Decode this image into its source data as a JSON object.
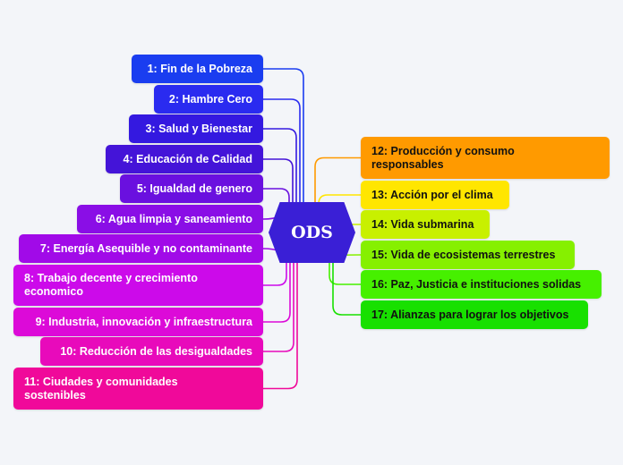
{
  "central": {
    "label": "ODS"
  },
  "left_topics": [
    {
      "label": "1: Fin de la Pobreza",
      "color": "#1a3df0"
    },
    {
      "label": "2: Hambre Cero",
      "color": "#2a2bf0"
    },
    {
      "label": "3: Salud y Bienestar",
      "color": "#3419e0"
    },
    {
      "label": "4: Educación de Calidad",
      "color": "#4414d8"
    },
    {
      "label": "5: Igualdad de genero",
      "color": "#6a10df"
    },
    {
      "label": "6: Agua limpia y saneamiento",
      "color": "#8a0ee6"
    },
    {
      "label": "7: Energía Asequible y no contaminante",
      "color": "#a10ae8"
    },
    {
      "label": "8: Trabajo decente y crecimiento economico",
      "color": "#cc0aea"
    },
    {
      "label": "9: Industria, innovación y infraestructura",
      "color": "#dc0ad8"
    },
    {
      "label": "10: Reducción de las desigualdades",
      "color": "#e80abb"
    },
    {
      "label": "11: Ciudades y comunidades sostenibles",
      "color": "#f0099a"
    }
  ],
  "right_topics": [
    {
      "label": "12: Producción y consumo responsables",
      "color": "#ff9a00"
    },
    {
      "label": "13: Acción por el clima",
      "color": "#ffe600"
    },
    {
      "label": "14: Vida submarina",
      "color": "#c8f000"
    },
    {
      "label": "15: Vida de ecosistemas terrestres",
      "color": "#86f000"
    },
    {
      "label": "16: Paz, Justicia e instituciones solidas",
      "color": "#46f000"
    },
    {
      "label": "17: Alianzas para lograr los objetivos",
      "color": "#18e000"
    }
  ]
}
